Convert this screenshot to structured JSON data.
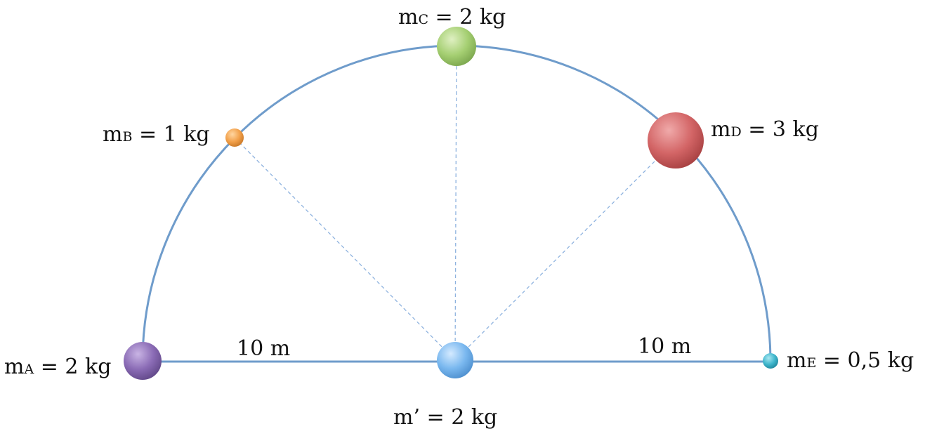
{
  "masses": [
    {
      "id": "a",
      "symbol": "m",
      "subscript": "A",
      "rest": " = 2 kg",
      "color": "#8a6bb5"
    },
    {
      "id": "b",
      "symbol": "m",
      "subscript": "B",
      "rest": " = 1 kg",
      "color": "#f2a04a"
    },
    {
      "id": "c",
      "symbol": "m",
      "subscript": "C",
      "rest": " = 2 kg",
      "color": "#a5cf72"
    },
    {
      "id": "d",
      "symbol": "m",
      "subscript": "D",
      "rest": " = 3 kg",
      "color": "#d36566"
    },
    {
      "id": "e",
      "symbol": "m",
      "subscript": "E",
      "rest": " = 0,5 kg",
      "color": "#3fb6cc"
    }
  ],
  "center_mass": {
    "label": "m’ = 2 kg",
    "color": "#7ab8ef"
  },
  "distances": {
    "left": "10 m",
    "right": "10 m"
  },
  "colors": {
    "arc": "#6f9ccb",
    "dashed": "#8fb3df"
  }
}
